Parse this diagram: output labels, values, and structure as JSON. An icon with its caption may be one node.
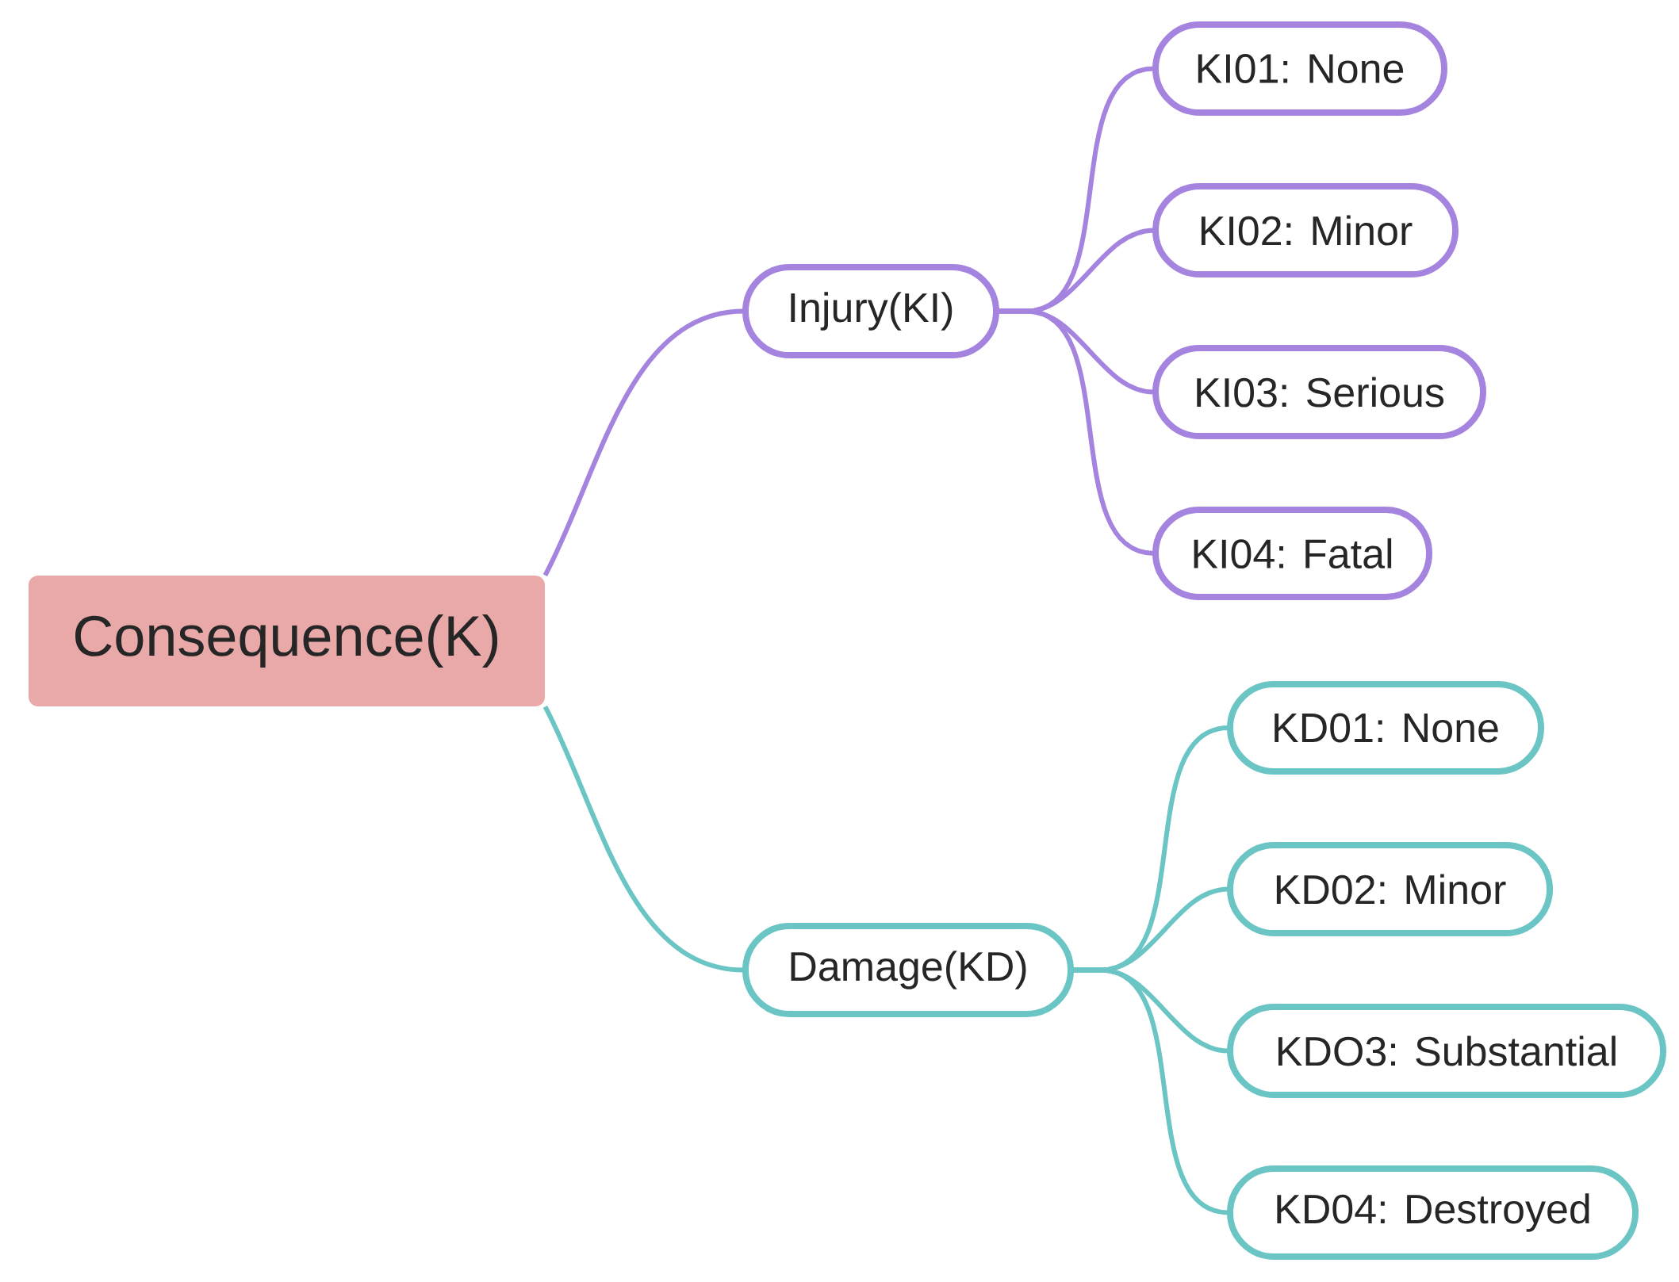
{
  "diagram": {
    "nodes": [
      {
        "text": [
          "Consequence(K)"
        ]
      },
      {
        "text": [
          "Injury(KI)"
        ]
      },
      {
        "text": [
          "KI01: None"
        ]
      },
      {
        "text": [
          "KI02: Minor"
        ]
      },
      {
        "text": [
          "KI03: Serious"
        ]
      },
      {
        "text": [
          "KI04: Fatal"
        ]
      },
      {
        "text": [
          "Damage(KD)"
        ]
      },
      {
        "text": [
          "KD01: None"
        ]
      },
      {
        "text": [
          "KD02: Minor"
        ]
      },
      {
        "text": [
          "KDO3: Substantial"
        ]
      },
      {
        "text": [
          "KD04: Destroyed"
        ]
      }
    ],
    "edges": [
      {
        "from": 0,
        "to": 1,
        "arrow": "none",
        "color": "#a584e0"
      },
      {
        "from": 1,
        "to": 2,
        "arrow": "none",
        "color": "#a584e0"
      },
      {
        "from": 1,
        "to": 3,
        "arrow": "none",
        "color": "#a584e0"
      },
      {
        "from": 1,
        "to": 4,
        "arrow": "none",
        "color": "#a584e0"
      },
      {
        "from": 1,
        "to": 5,
        "arrow": "none",
        "color": "#a584e0"
      },
      {
        "from": 0,
        "to": 6,
        "arrow": "none",
        "color": "#6cc5c5"
      },
      {
        "from": 6,
        "to": 7,
        "arrow": "none",
        "color": "#6cc5c5"
      },
      {
        "from": 6,
        "to": 8,
        "arrow": "none",
        "color": "#6cc5c5"
      },
      {
        "from": 6,
        "to": 9,
        "arrow": "none",
        "color": "#6cc5c5"
      },
      {
        "from": 6,
        "to": 10,
        "arrow": "none",
        "color": "#6cc5c5"
      }
    ]
  }
}
